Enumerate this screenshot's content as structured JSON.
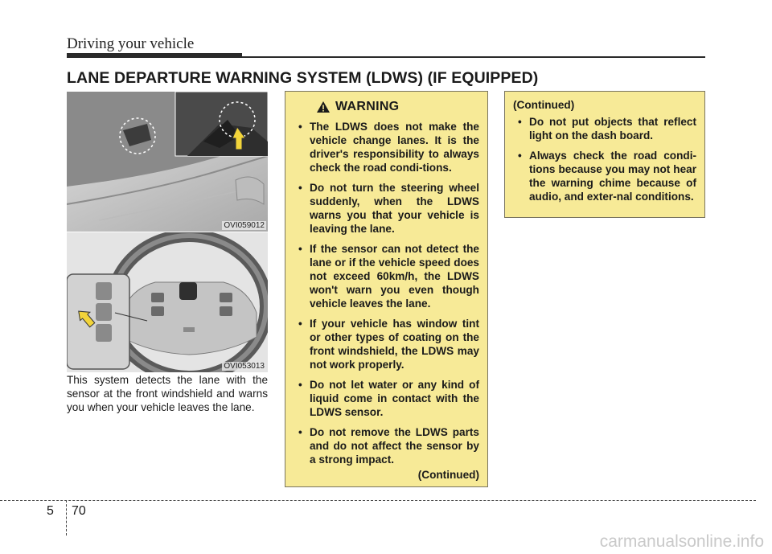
{
  "header": {
    "title": "Driving your vehicle"
  },
  "section": {
    "title": "LANE DEPARTURE WARNING SYSTEM (LDWS) (IF EQUIPPED)"
  },
  "figures": [
    {
      "code": "OVI059012",
      "icon": "windshield-sensor-illustration"
    },
    {
      "code": "OVI053013",
      "icon": "steering-wheel-button-illustration"
    }
  ],
  "body": {
    "text": "This system detects the lane with the sensor at the front windshield and warns you when your vehicle leaves the lane."
  },
  "warning": {
    "heading": "WARNING",
    "icon": "warning-triangle-icon",
    "items": [
      "The LDWS does not make the vehicle change lanes. It is the driver's responsibility to always check the road condi-tions.",
      "Do not turn the steering wheel suddenly, when the LDWS warns you that your vehicle is leaving the lane.",
      "If the sensor can not detect the lane or if the vehicle speed does not exceed 60km/h, the LDWS won't warn you even though vehicle leaves the lane.",
      "If your vehicle has window tint or other types of coating on the front windshield, the LDWS may not work properly.",
      "Do not let water or any kind of liquid come in contact with the LDWS sensor.",
      "Do not remove the LDWS parts and do not affect the sensor by a strong impact."
    ],
    "continued": "(Continued)"
  },
  "warning_cont": {
    "continued": "(Continued)",
    "items": [
      "Do not put objects that reflect light on the dash board.",
      "Always check the road condi-tions because you may not hear the warning chime because of audio, and exter-nal conditions."
    ]
  },
  "footer": {
    "chapter": "5",
    "page": "70"
  },
  "watermark": "carmanualsonline.info",
  "colors": {
    "box_bg": "#f7ea97",
    "arrow_yellow": "#f2d43a"
  }
}
